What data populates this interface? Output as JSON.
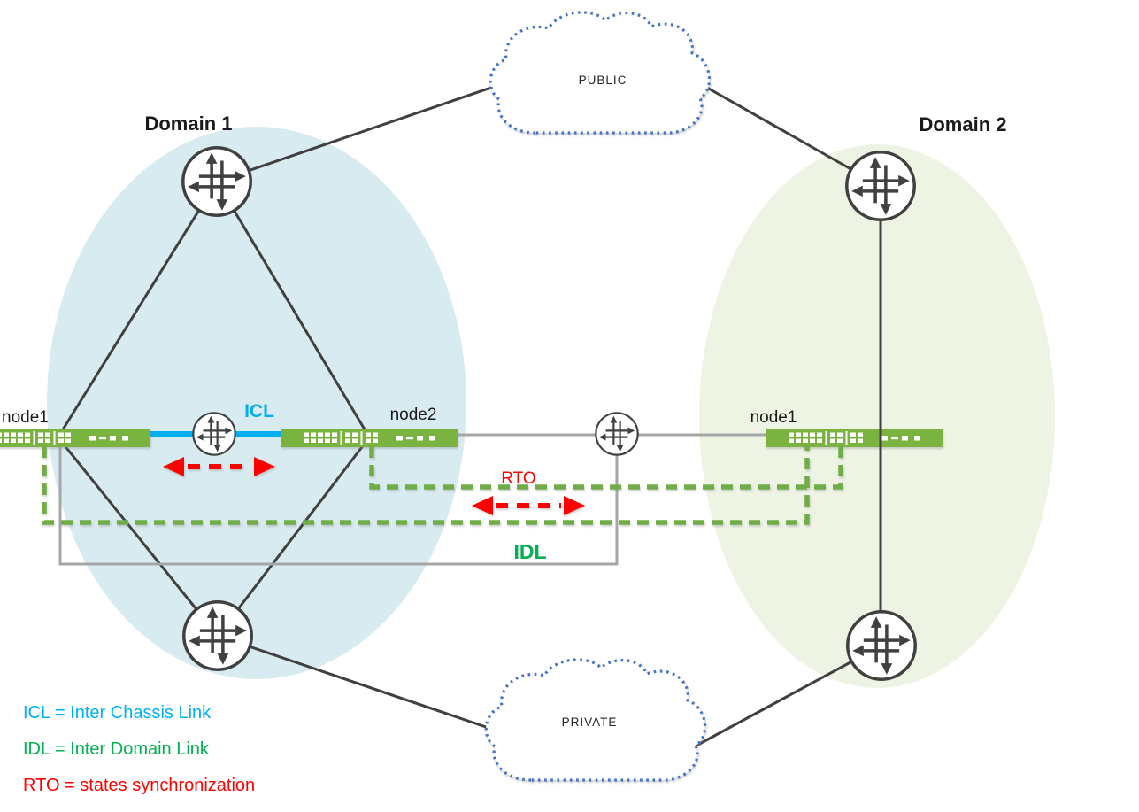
{
  "domains": {
    "domain1_label": "Domain 1",
    "domain2_label": "Domain 2"
  },
  "clouds": {
    "public_label": "PUBLIC",
    "private_label": "PRIVATE"
  },
  "nodes": {
    "domain1_node1_label": "node1",
    "domain1_node2_label": "node2",
    "domain2_node1_label": "node1"
  },
  "links": {
    "icl_label": "ICL",
    "idl_label": "IDL",
    "rto_label": "RTO"
  },
  "legend": {
    "items": [
      {
        "label": "ICL = Inter Chassis Link",
        "color": "#00b0f0"
      },
      {
        "label": "IDL = Inter Domain Link",
        "color": "#00b050"
      },
      {
        "label": "RTO = states synchronization",
        "color": "#ff0000"
      }
    ]
  },
  "colors": {
    "icl_blue": "#00b0f0",
    "idl_legend_green": "#00b050",
    "idl_dash_green": "#70ad47",
    "rto_red": "#ff0000",
    "switch_green": "#7ab33f",
    "domain1_fill": "#d8ebf1",
    "domain2_fill": "#edf4e3",
    "cloud_border_blue": "#4472c4",
    "line_dark": "#404040",
    "line_gray": "#a6a6a6"
  }
}
